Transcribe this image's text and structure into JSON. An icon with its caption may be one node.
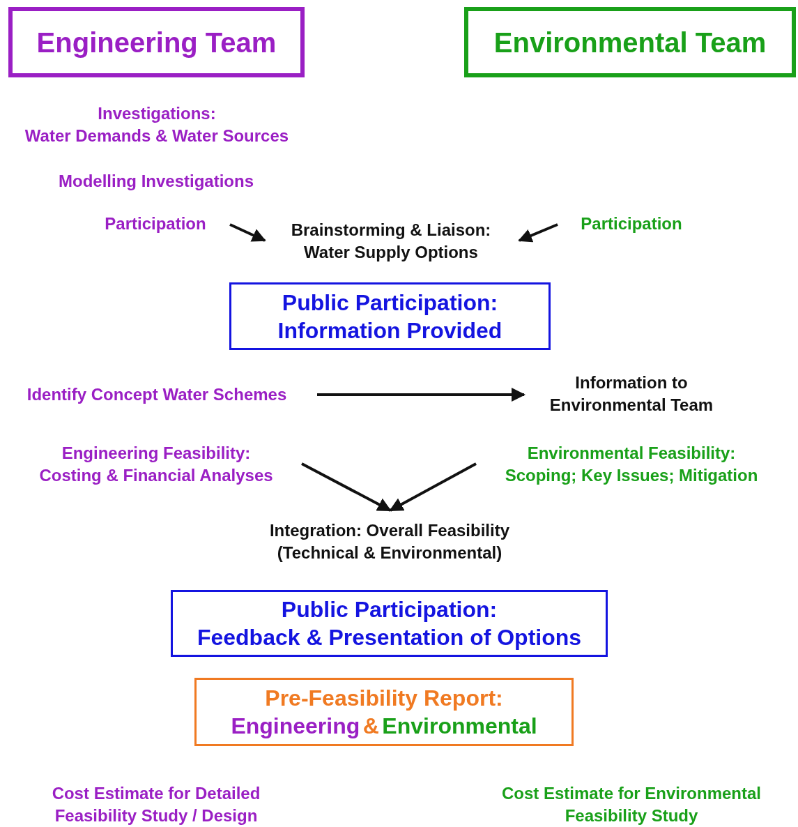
{
  "diagram": {
    "nodes": [
      {
        "text": [
          "Engineering Team"
        ]
      },
      {
        "text": [
          "Environmental Team"
        ]
      },
      {
        "text": [
          "Investigations:",
          "Water Demands & Water Sources"
        ]
      },
      {
        "text": [
          "Modelling Investigations"
        ]
      },
      {
        "text": [
          "Participation"
        ]
      },
      {
        "text": [
          "Brainstorming & Liaison:",
          "Water Supply Options"
        ]
      },
      {
        "text": [
          "Participation"
        ]
      },
      {
        "text": [
          "Public Participation:",
          "Information Provided"
        ]
      },
      {
        "text": [
          "Identify Concept Water Schemes"
        ]
      },
      {
        "text": [
          "Information to Environmental Team"
        ]
      },
      {
        "text": [
          "Engineering Feasibility:",
          "Costing & Financial Analyses"
        ]
      },
      {
        "text": [
          "Environmental Feasibility:",
          "Scoping; Key Issues; Mitigation"
        ]
      },
      {
        "text": [
          "Integration: Overall Feasibility (Technical & Environmental)"
        ]
      },
      {
        "text": [
          "Public Participation:",
          "Feedback & Presentation of Options"
        ]
      },
      {
        "text": [
          "Pre-Feasibility Report:",
          "Engineering",
          "&",
          "Environmental"
        ]
      },
      {
        "text": [
          "Cost Estimate for Detailed Feasibility Study / Design"
        ]
      },
      {
        "text": [
          "Cost Estimate for Environmental Feasibility Study"
        ]
      }
    ],
    "edges": [
      {
        "from": 4,
        "to": 5,
        "arrow": "to"
      },
      {
        "from": 6,
        "to": 5,
        "arrow": "to"
      },
      {
        "from": 8,
        "to": 9,
        "arrow": "to"
      },
      {
        "from": 10,
        "to": 12,
        "arrow": "to"
      },
      {
        "from": 11,
        "to": 12,
        "arrow": "to"
      }
    ]
  }
}
